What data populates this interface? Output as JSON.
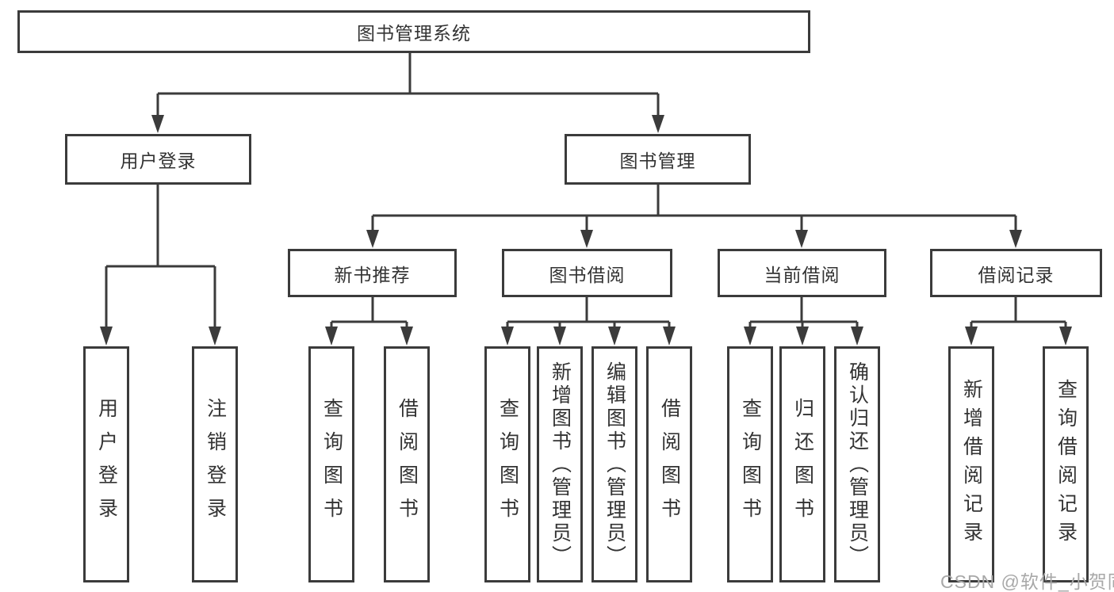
{
  "colors": {
    "line": "#3b3b3b",
    "box_border": "#3b3b3b",
    "text": "#333333",
    "watermark": "#a8a8a8",
    "background": "#ffffff"
  },
  "watermark": {
    "text": "CSDN @软件_小贺同学"
  },
  "tree": {
    "root": {
      "label": "图书管理系统"
    },
    "branches": [
      {
        "label": "用户登录",
        "children": [
          {
            "label": "用户登录"
          },
          {
            "label": "注销登录"
          }
        ]
      },
      {
        "label": "图书管理",
        "children": [
          {
            "label": "新书推荐",
            "children": [
              {
                "label": "查询图书"
              },
              {
                "label": "借阅图书"
              }
            ]
          },
          {
            "label": "图书借阅",
            "children": [
              {
                "label": "查询图书"
              },
              {
                "label": "新增图书（管理员）"
              },
              {
                "label": "编辑图书（管理员）"
              },
              {
                "label": "借阅图书"
              }
            ]
          },
          {
            "label": "当前借阅",
            "children": [
              {
                "label": "查询图书"
              },
              {
                "label": "归还图书"
              },
              {
                "label": "确认归还（管理员）"
              }
            ]
          },
          {
            "label": "借阅记录",
            "children": [
              {
                "label": "新增借阅记录"
              },
              {
                "label": "查询借阅记录"
              }
            ]
          }
        ]
      }
    ]
  }
}
